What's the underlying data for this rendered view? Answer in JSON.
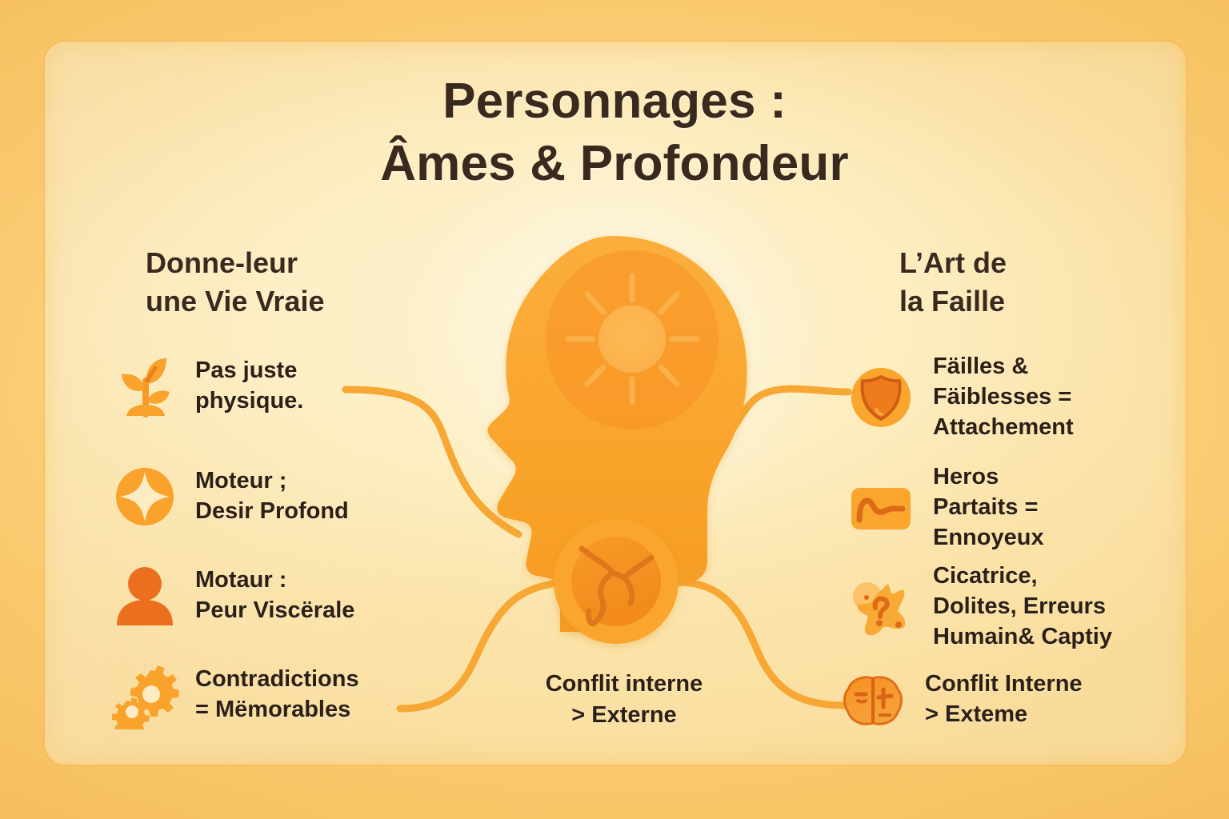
{
  "title": {
    "line1": "Personnages :",
    "line2": "Âmes & Profondeur"
  },
  "columns": {
    "left": {
      "heading_line1": "Donne-leur",
      "heading_line2": "une Vie Vraie",
      "items": [
        {
          "icon": "sprout-icon",
          "line1": "Pas juste",
          "line2": "physique.",
          "line3": ""
        },
        {
          "icon": "sparkle-circle-icon",
          "line1": "Moteur ;",
          "line2": "Desir Profond",
          "line3": ""
        },
        {
          "icon": "person-icon",
          "line1": "Motaur :",
          "line2": "Peur Viscërale",
          "line3": ""
        },
        {
          "icon": "gears-icon",
          "line1": "Contradictions",
          "line2": "= Mëmorables",
          "line3": ""
        }
      ]
    },
    "right": {
      "heading_line1": "L’Art de",
      "heading_line2": "la Faille",
      "items": [
        {
          "icon": "shield-circle-icon",
          "line1": "Fäilles &",
          "line2": "Fäiblesses =",
          "line3": "Attachement"
        },
        {
          "icon": "flatline-card-icon",
          "line1": "Heros",
          "line2": "Partaits =",
          "line3": "Ennoyeux"
        },
        {
          "icon": "scar-question-icon",
          "line1": "Cicatrice,",
          "line2": "Dolites, Erreurs",
          "line3": "Humain& Captiy"
        },
        {
          "icon": "brain-icon",
          "line1": "Conflit Interne",
          "line2": "> Exteme",
          "line3": ""
        }
      ]
    }
  },
  "center": {
    "head_illustration": "head-profile-with-sunburst",
    "fracture_illustration": "cracked-circle-icon",
    "caption_line1": "Conflit interne",
    "caption_line2": "> Externe"
  },
  "colors": {
    "background": "#fbcb70",
    "panel": "#fdeec2",
    "accent_orange": "#f7a12a",
    "accent_orange_dark": "#e8701a",
    "text_dark": "#2c1f15",
    "title_dark": "#3a2a1d"
  }
}
